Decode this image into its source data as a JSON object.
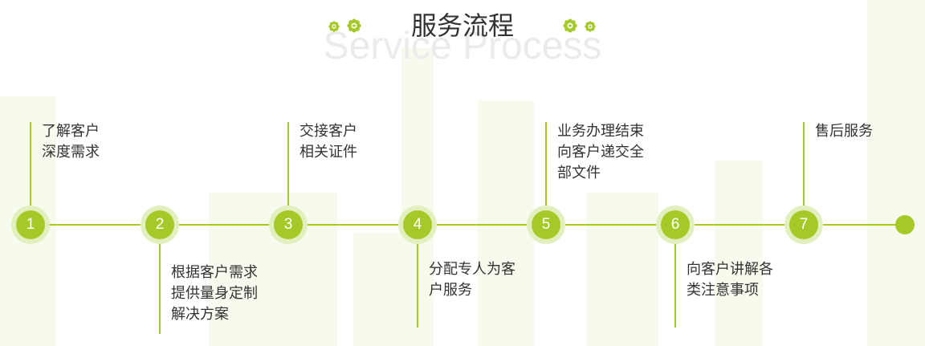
{
  "title": "服务流程",
  "title_bg": "Service Process",
  "colors": {
    "accent": "#a5c927",
    "accent_light": "#e2efbf",
    "text": "#333333"
  },
  "steps": [
    {
      "number": "1",
      "lines": [
        "了解客户",
        "深度需求"
      ]
    },
    {
      "number": "2",
      "lines": [
        "根据客户需求",
        "提供量身定制",
        "解决方案"
      ]
    },
    {
      "number": "3",
      "lines": [
        "交接客户",
        "相关证件"
      ]
    },
    {
      "number": "4",
      "lines": [
        "分配专人为客",
        "户服务"
      ]
    },
    {
      "number": "5",
      "lines": [
        "业务办理结束",
        "向客户递交全",
        "部文件"
      ]
    },
    {
      "number": "6",
      "lines": [
        "向客户讲解各",
        "类注意事项"
      ]
    },
    {
      "number": "7",
      "lines": [
        "售后服务"
      ]
    }
  ]
}
